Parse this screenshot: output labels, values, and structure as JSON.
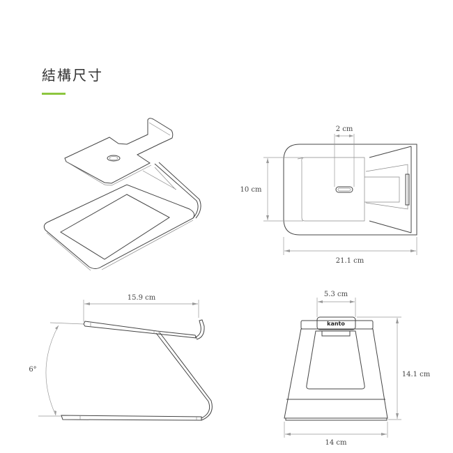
{
  "header": {
    "title": "結構尺寸",
    "accent_color": "#8dc63f"
  },
  "top_view": {
    "slot_width": "2 cm",
    "depth": "10 cm",
    "length": "21.1 cm"
  },
  "side_view": {
    "plate_length": "15.9 cm",
    "angle": "6°"
  },
  "front_view": {
    "top_width": "5.3 cm",
    "height": "14.1 cm",
    "base_width": "14 cm",
    "logo": "kanto"
  }
}
